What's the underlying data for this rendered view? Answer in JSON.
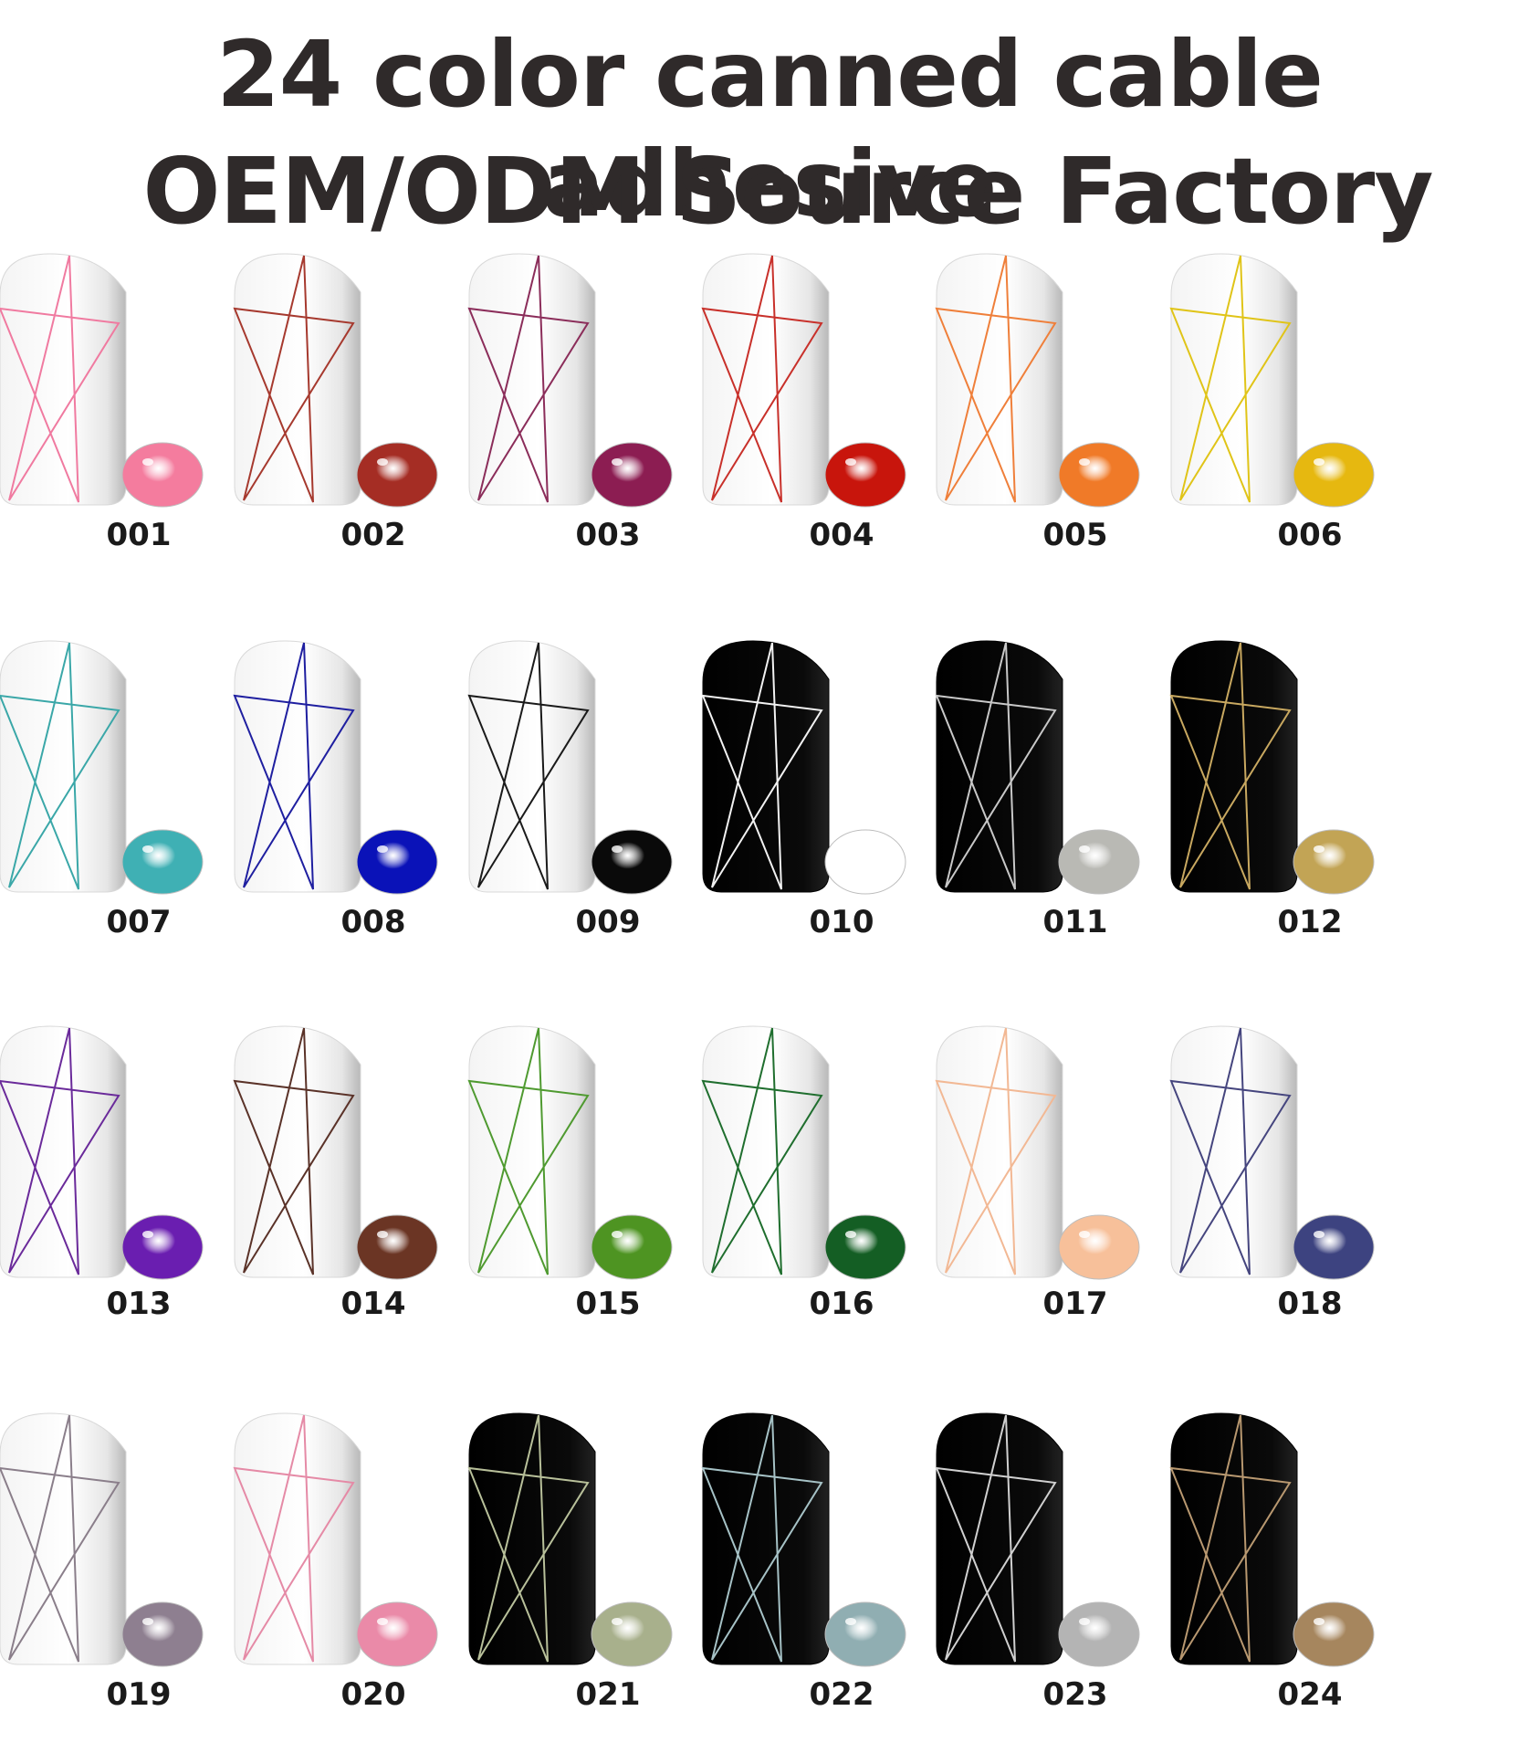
{
  "title": {
    "line1": "24 color canned cable adhesive",
    "line2": "OEM/ODM Source Factory"
  },
  "swatches": [
    {
      "code": "001",
      "nail": "white",
      "line": "#f07aa0",
      "dot": "#f47c9e"
    },
    {
      "code": "002",
      "nail": "white",
      "line": "#a6392e",
      "dot": "#a52d24"
    },
    {
      "code": "003",
      "nail": "white",
      "line": "#8b2d5a",
      "dot": "#8c1d52"
    },
    {
      "code": "004",
      "nail": "white",
      "line": "#c8302a",
      "dot": "#c8150c"
    },
    {
      "code": "005",
      "nail": "white",
      "line": "#ef7f3a",
      "dot": "#f07a28"
    },
    {
      "code": "006",
      "nail": "white",
      "line": "#e0c418",
      "dot": "#e6b810"
    },
    {
      "code": "007",
      "nail": "white",
      "line": "#3aa7a8",
      "dot": "#3fb0b4"
    },
    {
      "code": "008",
      "nail": "white",
      "line": "#1f1fa0",
      "dot": "#0a12b8"
    },
    {
      "code": "009",
      "nail": "white",
      "line": "#1a1a1a",
      "dot": "#0a0a0a"
    },
    {
      "code": "010",
      "nail": "black",
      "line": "#f2f2f2",
      "dot": "#ffffff"
    },
    {
      "code": "011",
      "nail": "black",
      "line": "#c8c8c8",
      "dot": "#b9b9b4"
    },
    {
      "code": "012",
      "nail": "black",
      "line": "#c8a860",
      "dot": "#c2a455"
    },
    {
      "code": "013",
      "nail": "white",
      "line": "#6a2a9a",
      "dot": "#6a1eb0"
    },
    {
      "code": "014",
      "nail": "white",
      "line": "#5a3228",
      "dot": "#6b3524"
    },
    {
      "code": "015",
      "nail": "white",
      "line": "#4f9a30",
      "dot": "#4e9422"
    },
    {
      "code": "016",
      "nail": "white",
      "line": "#1f6e2e",
      "dot": "#145e24"
    },
    {
      "code": "017",
      "nail": "white",
      "line": "#f2b894",
      "dot": "#f7c09a"
    },
    {
      "code": "018",
      "nail": "white",
      "line": "#45457e",
      "dot": "#3d4380"
    },
    {
      "code": "019",
      "nail": "white",
      "line": "#8a7e8a",
      "dot": "#8e7f90"
    },
    {
      "code": "020",
      "nail": "white",
      "line": "#e58aa6",
      "dot": "#ea8aa8"
    },
    {
      "code": "021",
      "nail": "black",
      "line": "#b8c09a",
      "dot": "#a8b08c"
    },
    {
      "code": "022",
      "nail": "black",
      "line": "#a6c2c6",
      "dot": "#90aeb2"
    },
    {
      "code": "023",
      "nail": "black",
      "line": "#d0d0d0",
      "dot": "#b4b4b4"
    },
    {
      "code": "024",
      "nail": "black",
      "line": "#b89870",
      "dot": "#a6865e"
    }
  ]
}
